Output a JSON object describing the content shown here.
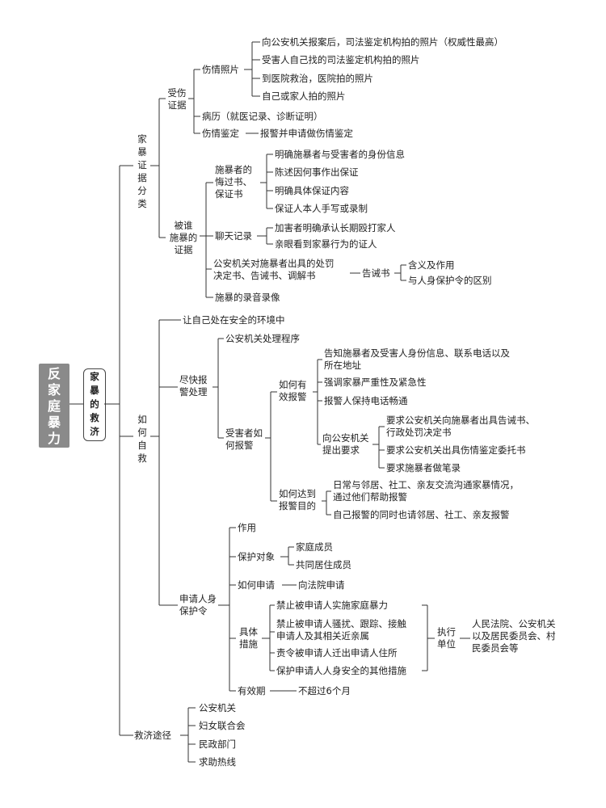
{
  "root": {
    "title": "反家庭暴力",
    "chars": [
      "反",
      "家",
      "庭",
      "暴",
      "力"
    ]
  },
  "sub": {
    "title": "家暴的救济",
    "chars": [
      "家",
      "暴",
      "的",
      "救",
      "济"
    ]
  },
  "labels": {
    "jzzj": "家暴证据分类",
    "sszj": [
      "受伤",
      "证据"
    ],
    "szzp": "伤情照片",
    "sz1": "向公安机关报案后，司法鉴定机构拍的照片（权威性最高）",
    "sz2": "受害人自己找的司法鉴定机构拍的照片",
    "sz3": "到医院救治，医院拍的照片",
    "sz4": "自己或家人拍的照片",
    "bl": "病历（就医记录、诊断证明）",
    "sqjd": "伤情鉴定",
    "sqjd_r": "报警并申请做伤情鉴定",
    "bsz": [
      "被谁",
      "施暴的",
      "证据"
    ],
    "hgs": [
      "施暴者的",
      "悔过书、",
      "保证书"
    ],
    "hg1": "明确施暴者与受害者的身份信息",
    "hg2": "陈述因何事作出保证",
    "hg3": "明确具体保证内容",
    "hg4": "保证人本人手写或录制",
    "ltjl": "聊天记录",
    "lt1": "加害者明确承认长期殴打家人",
    "lt2": "亲眼看到家暴行为的证人",
    "gajg": [
      "公安机关对施暴者出具的处罚",
      "决定书、告诫书、调解书"
    ],
    "gjs": "告诫书",
    "gj1": "含义及作用",
    "gj2": "与人身保护令的区别",
    "lyly": "施暴的录音录像",
    "rhzj": "如何自救",
    "aqhj": "让自己处在安全的环境中",
    "jkbj": [
      "尽快报",
      "警处理"
    ],
    "gacl": "公安机关处理程序",
    "shzbj": [
      "受害者如",
      "何报警"
    ],
    "yxbj": [
      "如何有",
      "效报警"
    ],
    "yx1": [
      "告知施暴者及受害人身份信息、联系电话以及",
      "所在地址"
    ],
    "yx2": "强调家暴严重性及紧急性",
    "yx3": "报警人保持电话畅通",
    "tcyq": [
      "向公安机关",
      "提出要求"
    ],
    "tc1": [
      "要求公安机关向施暴者出具告诫书、",
      "行政处罚决定书"
    ],
    "tc2": "要求公安机关出具伤情鉴定委托书",
    "tc3": "要求施暴者做笔录",
    "bjmd": [
      "如何达到",
      "报警目的"
    ],
    "md1": [
      "日常与邻居、社工、亲友交流沟通家暴情况，",
      "通过他们帮助报警"
    ],
    "md2": "自己报警的同时也请邻居、社工、亲友报警",
    "sqrs": [
      "申请人身",
      "保护令"
    ],
    "zy": "作用",
    "bhdx": "保护对象",
    "bh1": "家庭成员",
    "bh2": "共同居住成员",
    "rhsq": "如何申请",
    "rhsq_r": "向法院申请",
    "jtcs": [
      "具体",
      "措施"
    ],
    "cs1": "禁止被申请人实施家庭暴力",
    "cs2": [
      "禁止被申请人骚扰、跟踪、接触",
      "申请人及其相关近亲属"
    ],
    "cs3": "责令被申请人迁出申请人住所",
    "cs4": "保护申请人人身安全的其他措施",
    "zxdw": [
      "执行",
      "单位"
    ],
    "zxdw_r": [
      "人民法院、公安机关",
      "以及居民委员会、村",
      "民委员会等"
    ],
    "yxq": "有效期",
    "yxq_r": "不超过6个月",
    "jjtj": "救济途径",
    "tj1": "公安机关",
    "tj2": "妇女联合会",
    "tj3": "民政部门",
    "tj4": "求助热线"
  }
}
